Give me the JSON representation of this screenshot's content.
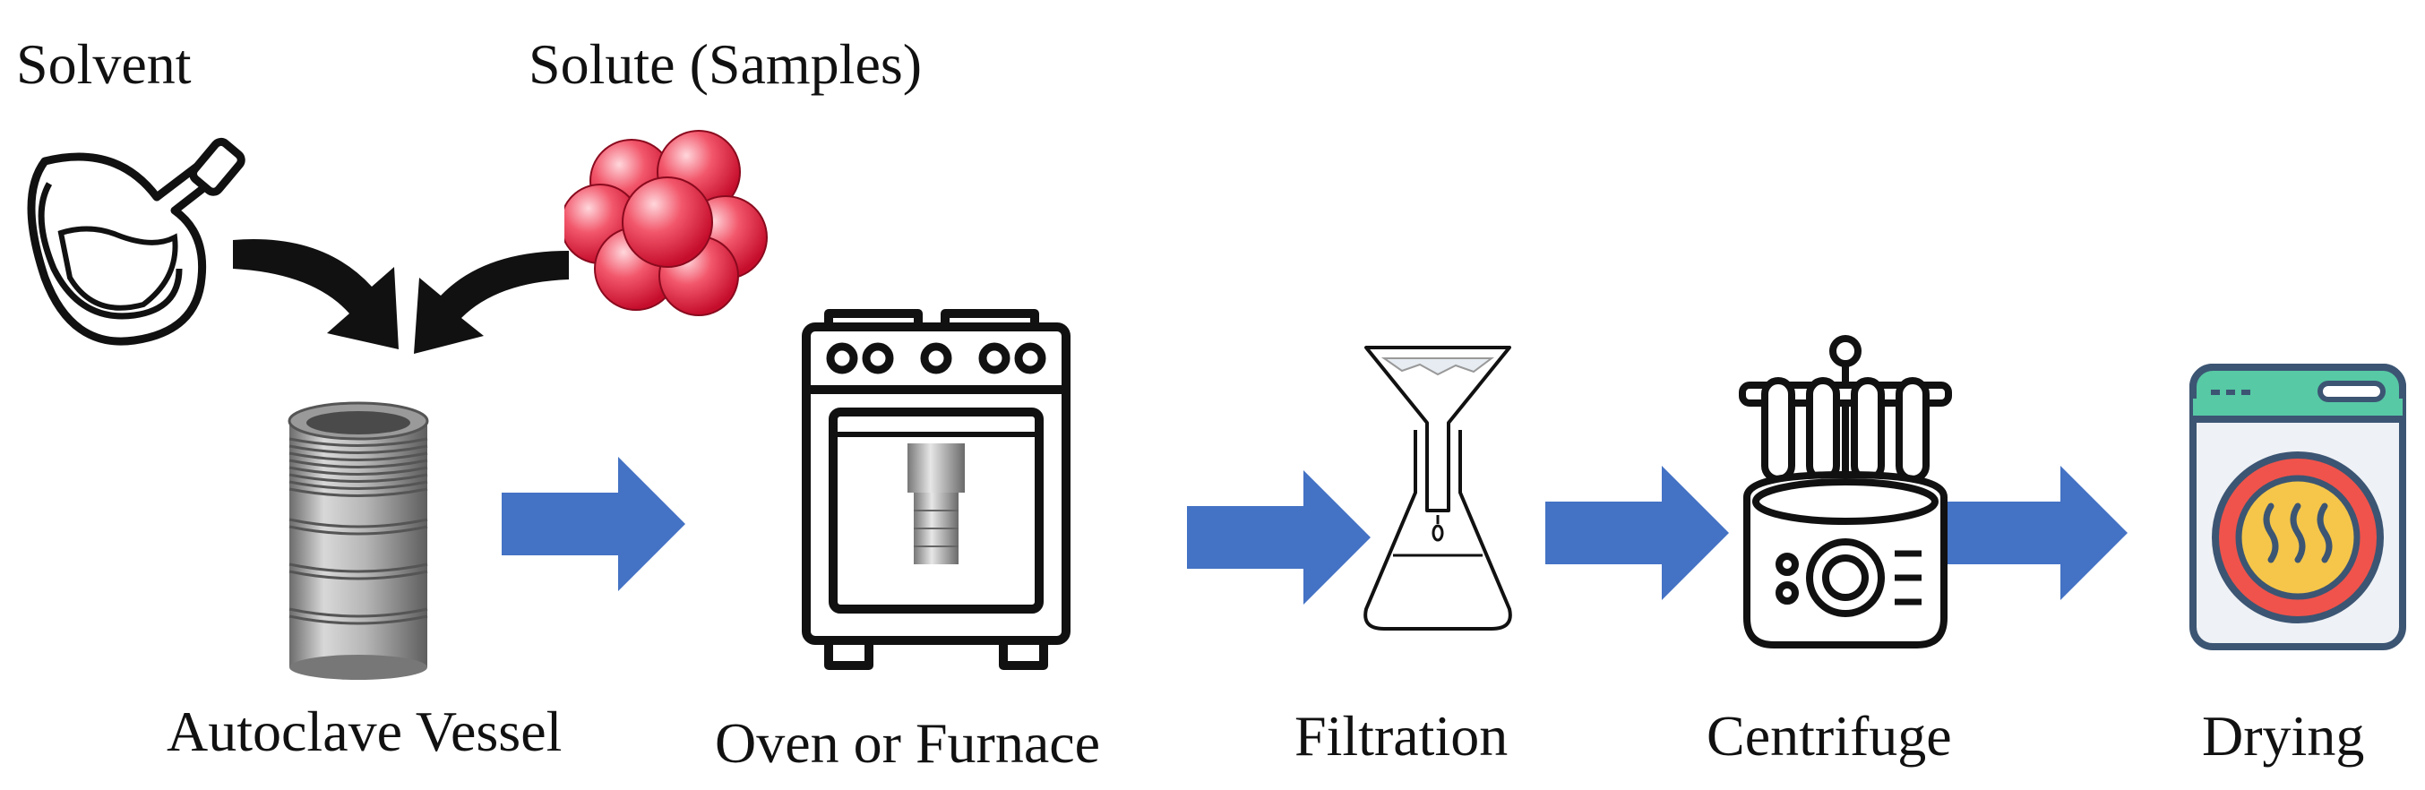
{
  "inputs": {
    "solvent_label": "Solvent",
    "solute_label": "Solute (Samples)"
  },
  "steps": [
    {
      "label": "Autoclave Vessel"
    },
    {
      "label": "Oven or Furnace"
    },
    {
      "label": "Filtration"
    },
    {
      "label": "Centrifuge"
    },
    {
      "label": "Drying"
    }
  ],
  "colors": {
    "arrow_blue": "#4472C4",
    "solute_red": "#E2173A",
    "dryer_green": "#57C9A5",
    "dryer_red": "#F0534B",
    "dryer_yellow": "#F5C64A"
  },
  "icons": [
    "flask-icon",
    "molecule-icon",
    "autoclave-vessel-icon",
    "oven-icon",
    "filtration-flask-icon",
    "centrifuge-icon",
    "washing-machine-icon",
    "flow-arrow-icon"
  ]
}
